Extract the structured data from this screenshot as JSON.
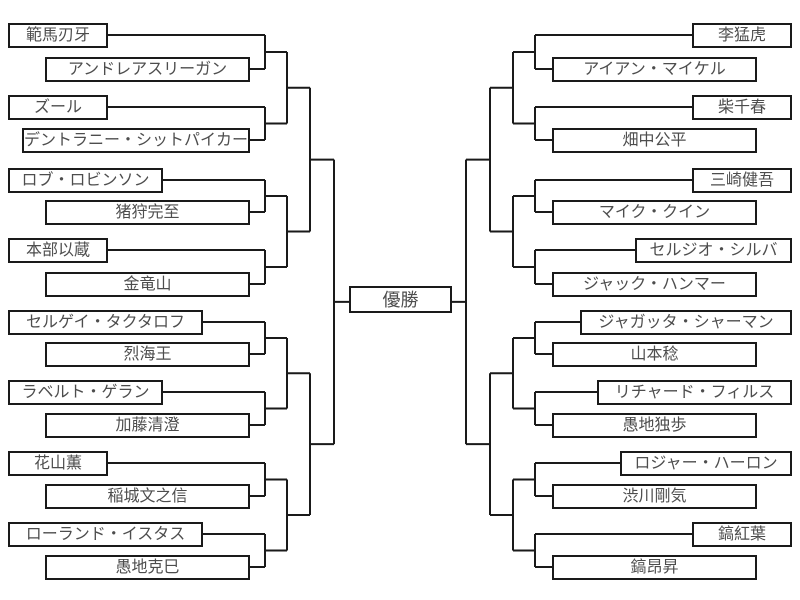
{
  "diagram": {
    "type": "tournament-bracket",
    "champion_label": "優勝",
    "colors": {
      "background": "#ffffff",
      "line": "#1a1a1a",
      "box_border": "#1a1a1a",
      "box_fill": "#ffffff",
      "text": "#4d4d4d"
    },
    "left_bracket": {
      "matches": [
        {
          "top": "範馬刃牙",
          "bottom": "アンドレアスリーガン"
        },
        {
          "top": "ズール",
          "bottom": "デントラニー・シットパイカー"
        },
        {
          "top": "ロブ・ロビンソン",
          "bottom": "猪狩完至"
        },
        {
          "top": "本部以蔵",
          "bottom": "金竜山"
        },
        {
          "top": "セルゲイ・タクタロフ",
          "bottom": "烈海王"
        },
        {
          "top": "ラベルト・ゲラン",
          "bottom": "加藤清澄"
        },
        {
          "top": "花山薫",
          "bottom": "稲城文之信"
        },
        {
          "top": "ローランド・イスタス",
          "bottom": "愚地克巳"
        }
      ]
    },
    "right_bracket": {
      "matches": [
        {
          "top": "李猛虎",
          "bottom": "アイアン・マイケル"
        },
        {
          "top": "柴千春",
          "bottom": "畑中公平"
        },
        {
          "top": "三崎健吾",
          "bottom": "マイク・クイン"
        },
        {
          "top": "セルジオ・シルバ",
          "bottom": "ジャック・ハンマー"
        },
        {
          "top": "ジャガッタ・シャーマン",
          "bottom": "山本稔"
        },
        {
          "top": "リチャード・フィルス",
          "bottom": "愚地独歩"
        },
        {
          "top": "ロジャー・ハーロン",
          "bottom": "渋川剛気"
        },
        {
          "top": "鎬紅葉",
          "bottom": "鎬昂昇"
        }
      ]
    }
  }
}
